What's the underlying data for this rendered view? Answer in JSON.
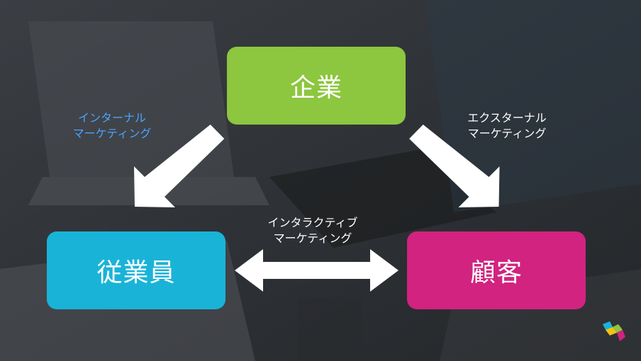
{
  "colors": {
    "company": "#8dc63f",
    "employee": "#1ab3d8",
    "customer": "#d1237f",
    "internal_label": "#4aa3ff",
    "label_default": "#ffffff",
    "arrow": "#ffffff"
  },
  "nodes": {
    "company": "企業",
    "employee": "従業員",
    "customer": "顧客"
  },
  "relations": {
    "internal": {
      "line1": "インターナル",
      "line2": "マーケティング"
    },
    "external": {
      "line1": "エクスターナル",
      "line2": "マーケティング"
    },
    "interactive": {
      "line1": "インタラクティブ",
      "line2": "マーケティング"
    }
  },
  "logo": {
    "icon": "cube-logo-icon"
  }
}
